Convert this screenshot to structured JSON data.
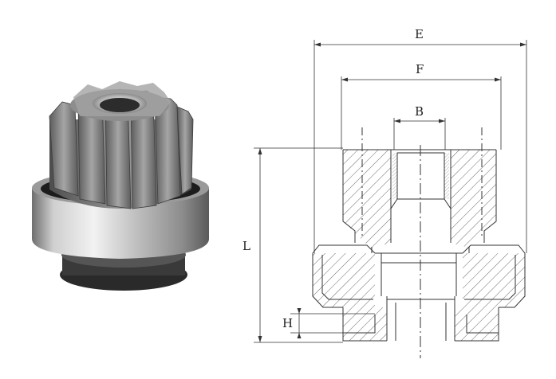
{
  "photo": {
    "subject": "starter-drive-pinion",
    "teeth": 11
  },
  "drawing": {
    "dimensions": {
      "E": "E",
      "F": "F",
      "B": "B",
      "L": "L",
      "H": "H"
    },
    "line_color": "#333333"
  }
}
